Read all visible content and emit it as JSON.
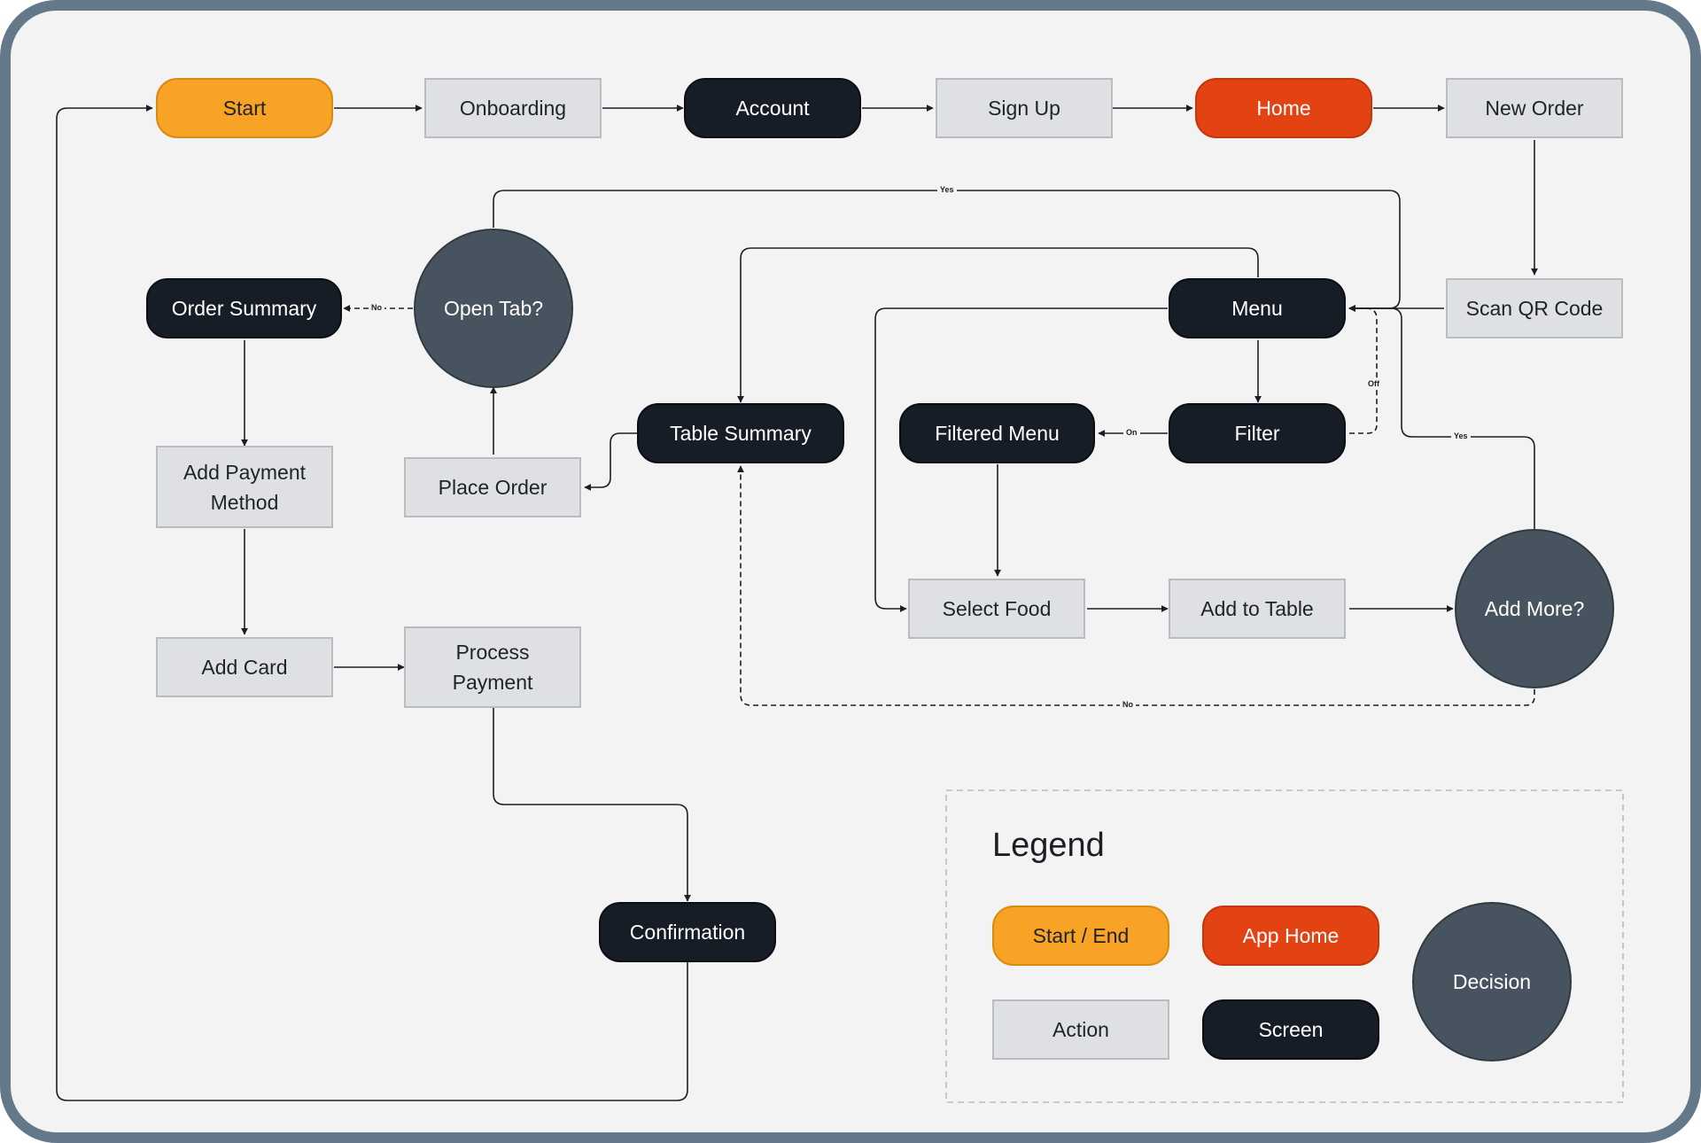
{
  "nodes": {
    "start": "Start",
    "onboarding": "Onboarding",
    "account": "Account",
    "sign_up": "Sign Up",
    "home": "Home",
    "new_order": "New Order",
    "scan_qr_code": "Scan QR Code",
    "menu": "Menu",
    "filter": "Filter",
    "filtered_menu": "Filtered Menu",
    "select_food": "Select Food",
    "add_to_table": "Add to Table",
    "add_more": "Add More?",
    "table_summary": "Table Summary",
    "place_order": "Place Order",
    "open_tab": "Open Tab?",
    "order_summary": "Order Summary",
    "add_payment_method": "Add Payment\nMethod",
    "add_card": "Add Card",
    "process_payment": "Process\nPayment",
    "confirmation": "Confirmation"
  },
  "edge_labels": {
    "open_tab_yes": "Yes",
    "open_tab_no": "No",
    "filter_off": "Off",
    "filter_on": "On",
    "add_more_yes": "Yes",
    "add_more_no": "No"
  },
  "legend": {
    "title": "Legend",
    "start_end": "Start / End",
    "app_home": "App Home",
    "action": "Action",
    "screen": "Screen",
    "decision": "Decision"
  },
  "colors": {
    "start": "#f8a226",
    "home": "#e34312",
    "screen": "#161d26",
    "action": "#dfe0e3",
    "decision": "#47545f",
    "frame": "#64788a",
    "canvas": "#f3f3f3"
  }
}
